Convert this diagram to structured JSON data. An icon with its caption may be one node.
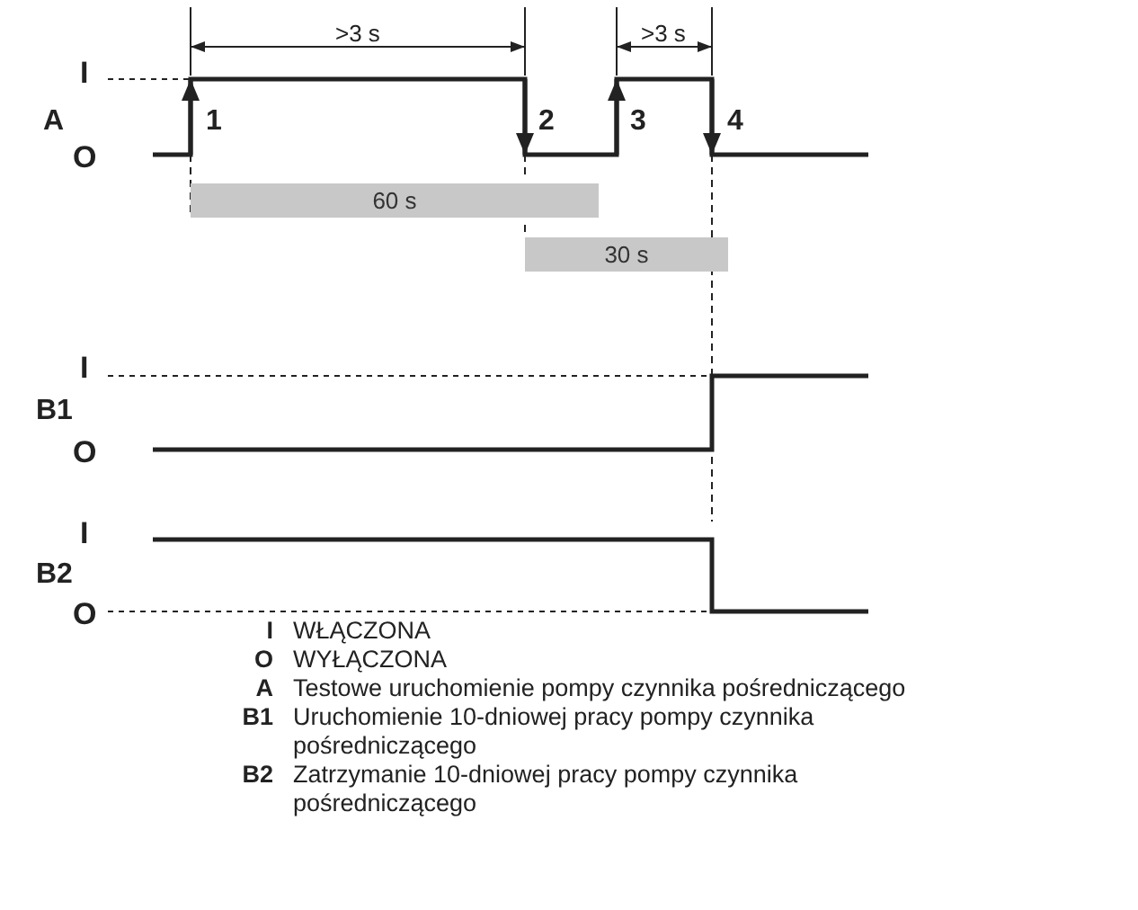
{
  "diagram": {
    "nodes": [
      {
        "text": [
          "60 s"
        ]
      },
      {
        "text": [
          "30 s"
        ]
      }
    ],
    "labels": [
      ">3 s",
      ">3 s",
      "I",
      "A",
      "1",
      "2",
      "3",
      "4",
      "O",
      "I",
      "B1",
      "O",
      "I",
      "B2",
      "O",
      "I",
      "WŁĄCZONA",
      "O",
      "WYŁĄCZONA",
      "A",
      "Testowe uruchomienie pompy czynnika pośredniczącego",
      "B1",
      "Uruchomienie 10-dniowej pracy pompy czynnika pośredniczącego",
      "B2",
      "Zatrzymanie 10-dniowej pracy pompy czynnika pośredniczącego"
    ]
  }
}
